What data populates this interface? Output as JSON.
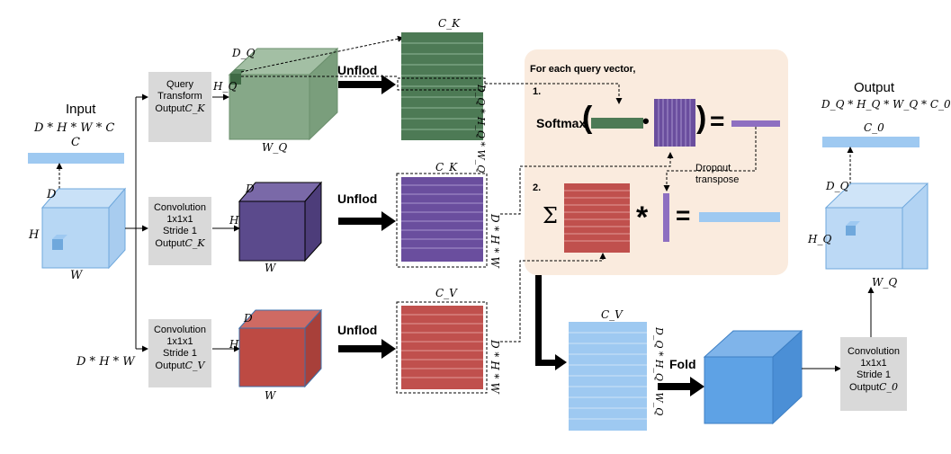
{
  "input": {
    "title": "Input",
    "dims": "D * H * W * C",
    "c_label": "C",
    "d_label": "D",
    "h_label": "H",
    "w_label": "W",
    "bottom_dims": "D * H * W"
  },
  "branches": {
    "query": {
      "line1": "Query",
      "line2": "Transform",
      "line3": "Output",
      "sub": "C_K",
      "d": "D_Q",
      "h": "H_Q",
      "w": "W_Q"
    },
    "key": {
      "line1": "Convolution",
      "line2": "1x1x1",
      "line3": "Stride 1",
      "line4": "Output",
      "sub": "C_K",
      "d": "D",
      "h": "H",
      "w": "W"
    },
    "value": {
      "line1": "Convolution",
      "line2": "1x1x1",
      "line3": "Stride 1",
      "line4": "Output",
      "sub": "C_V",
      "d": "D",
      "h": "H",
      "w": "W"
    }
  },
  "unflod": {
    "label": "Unflod"
  },
  "matrices": {
    "q": {
      "top": "C_K",
      "side": "D_Q * H_Q * W_Q"
    },
    "k": {
      "top": "C_K",
      "side": "D * H * W"
    },
    "v": {
      "top": "C_V",
      "side": "D * H * W"
    },
    "out": {
      "top": "C_V",
      "side": "D_Q * H_Q * W_Q"
    }
  },
  "attention": {
    "header": "For each query vector,",
    "step1": "1.",
    "step2": "2.",
    "softmax": "Softmax",
    "open_paren": "(",
    "close_paren": ")",
    "dot": "•",
    "equals1": "=",
    "equals2": "=",
    "star": "*",
    "sigma": "Σ",
    "dropout_line1": "Dropout",
    "dropout_line2": "transpose"
  },
  "fold": {
    "label": "Fold"
  },
  "final": {
    "line1": "Convolution",
    "line2": "1x1x1",
    "line3": "Stride 1",
    "line4": "Output",
    "sub": "C_0"
  },
  "output": {
    "title": "Output",
    "dims": "D_Q * H_Q * W_Q * C_0",
    "c_label": "C_0",
    "d": "D_Q",
    "h": "H_Q",
    "w": "W_Q"
  },
  "colors": {
    "light_blue": "#b7d7f4",
    "blue_bar": "#9ec9f1",
    "query_green": "#86a888",
    "k_purple": "#5b4a8c",
    "v_red": "#bd4a43",
    "matrix_green": "#4d7a55",
    "matrix_purple": "#6a4e9e",
    "matrix_red": "#c0504d",
    "fold_blue": "#5ea2e5",
    "panel": "#faebde",
    "gray_box": "#d9d9d9"
  }
}
